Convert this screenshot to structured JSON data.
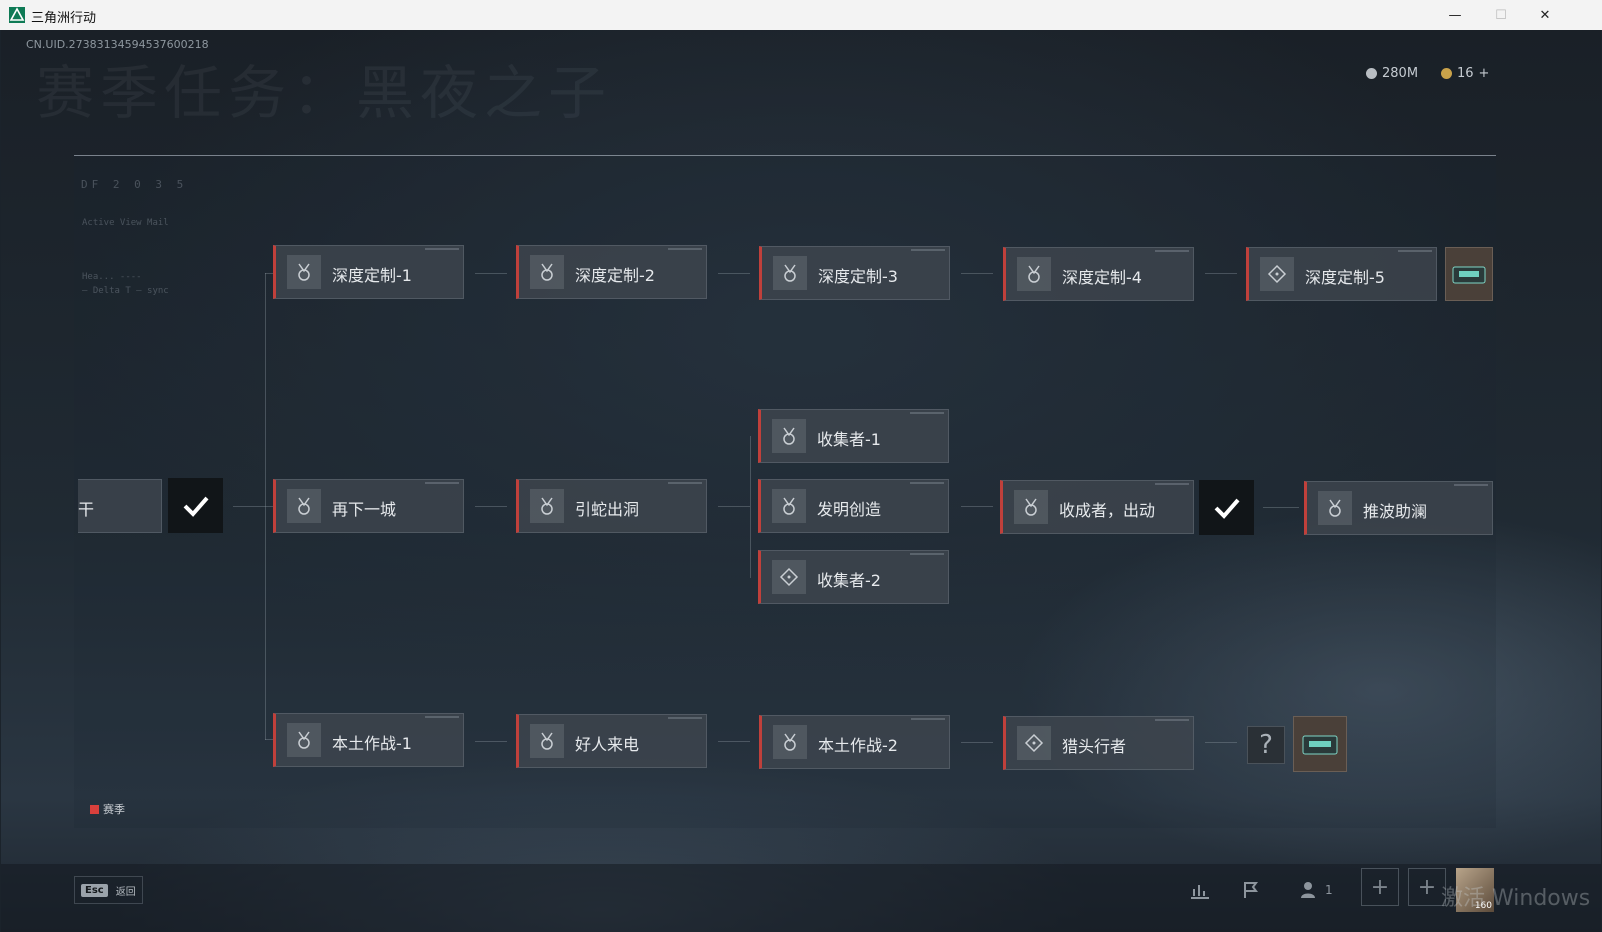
{
  "window": {
    "title": "三角洲行动",
    "minimize": "—",
    "maximize": "☐",
    "close": "✕"
  },
  "header": {
    "uid": "CN.UID.27383134594537600218",
    "title": "赛季任务：黑夜之子",
    "currency1": "280M",
    "currency2": "16",
    "add": "+"
  },
  "panel_deco": {
    "code": "DF 2 0 3 5",
    "line1": "Active View Mail",
    "line2": "Hea... ----",
    "line3": "— Delta T — sync"
  },
  "tasks": {
    "dc1": "深度定制-1",
    "dc2": "深度定制-2",
    "dc3": "深度定制-3",
    "dc4": "深度定制-4",
    "dc5": "深度定制-5",
    "collector1": "收集者-1",
    "invent": "发明创造",
    "collector2": "收集者-2",
    "prev": "干",
    "city": "再下一城",
    "snake": "引蛇出洞",
    "harvest": "收成者，出动",
    "push": "推波助澜",
    "local1": "本土作战-1",
    "goodcall": "好人来电",
    "local2": "本土作战-2",
    "hunter": "猎头行者"
  },
  "question": "?",
  "legend": "赛季",
  "bottom": {
    "esc_key": "Esc",
    "back": "返回",
    "players": "1",
    "avatar_level": "160"
  },
  "watermark": "激活 Windows"
}
